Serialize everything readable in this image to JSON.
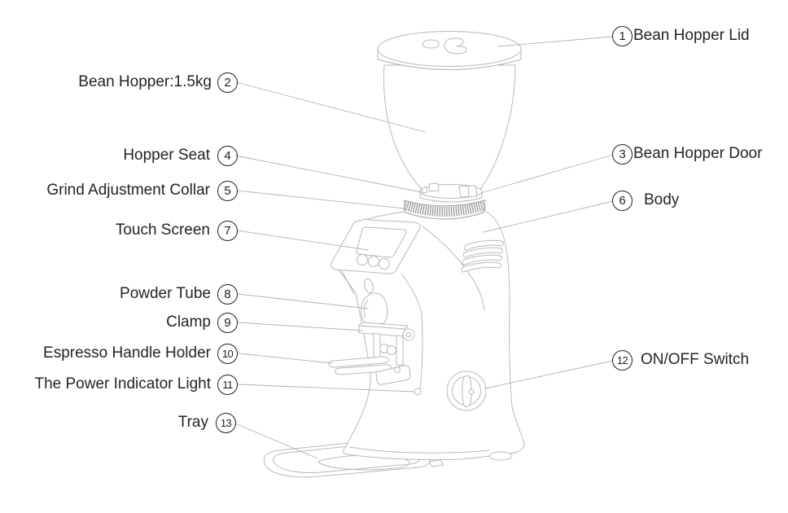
{
  "diagram": {
    "parts": [
      {
        "num": "1",
        "label": "Bean Hopper Lid",
        "side": "right"
      },
      {
        "num": "2",
        "label": "Bean Hopper:1.5kg",
        "side": "left"
      },
      {
        "num": "3",
        "label": "Bean Hopper Door",
        "side": "right"
      },
      {
        "num": "4",
        "label": "Hopper Seat",
        "side": "left"
      },
      {
        "num": "5",
        "label": "Grind Adjustment Collar",
        "side": "left"
      },
      {
        "num": "6",
        "label": "Body",
        "side": "right"
      },
      {
        "num": "7",
        "label": "Touch Screen",
        "side": "left"
      },
      {
        "num": "8",
        "label": "Powder Tube",
        "side": "left"
      },
      {
        "num": "9",
        "label": "Clamp",
        "side": "left"
      },
      {
        "num": "10",
        "label": "Espresso Handle Holder",
        "side": "left"
      },
      {
        "num": "11",
        "label": "The Power Indicator Light",
        "side": "left"
      },
      {
        "num": "12",
        "label": "ON/OFF Switch",
        "side": "right"
      },
      {
        "num": "13",
        "label": "Tray",
        "side": "left"
      }
    ],
    "colors": {
      "line": "#b9b9b9",
      "knurl": "#8f8f8f",
      "leader": "#b3b3b3",
      "text": "#242424",
      "circle": "#1f1f1f",
      "background": "#ffffff"
    }
  }
}
